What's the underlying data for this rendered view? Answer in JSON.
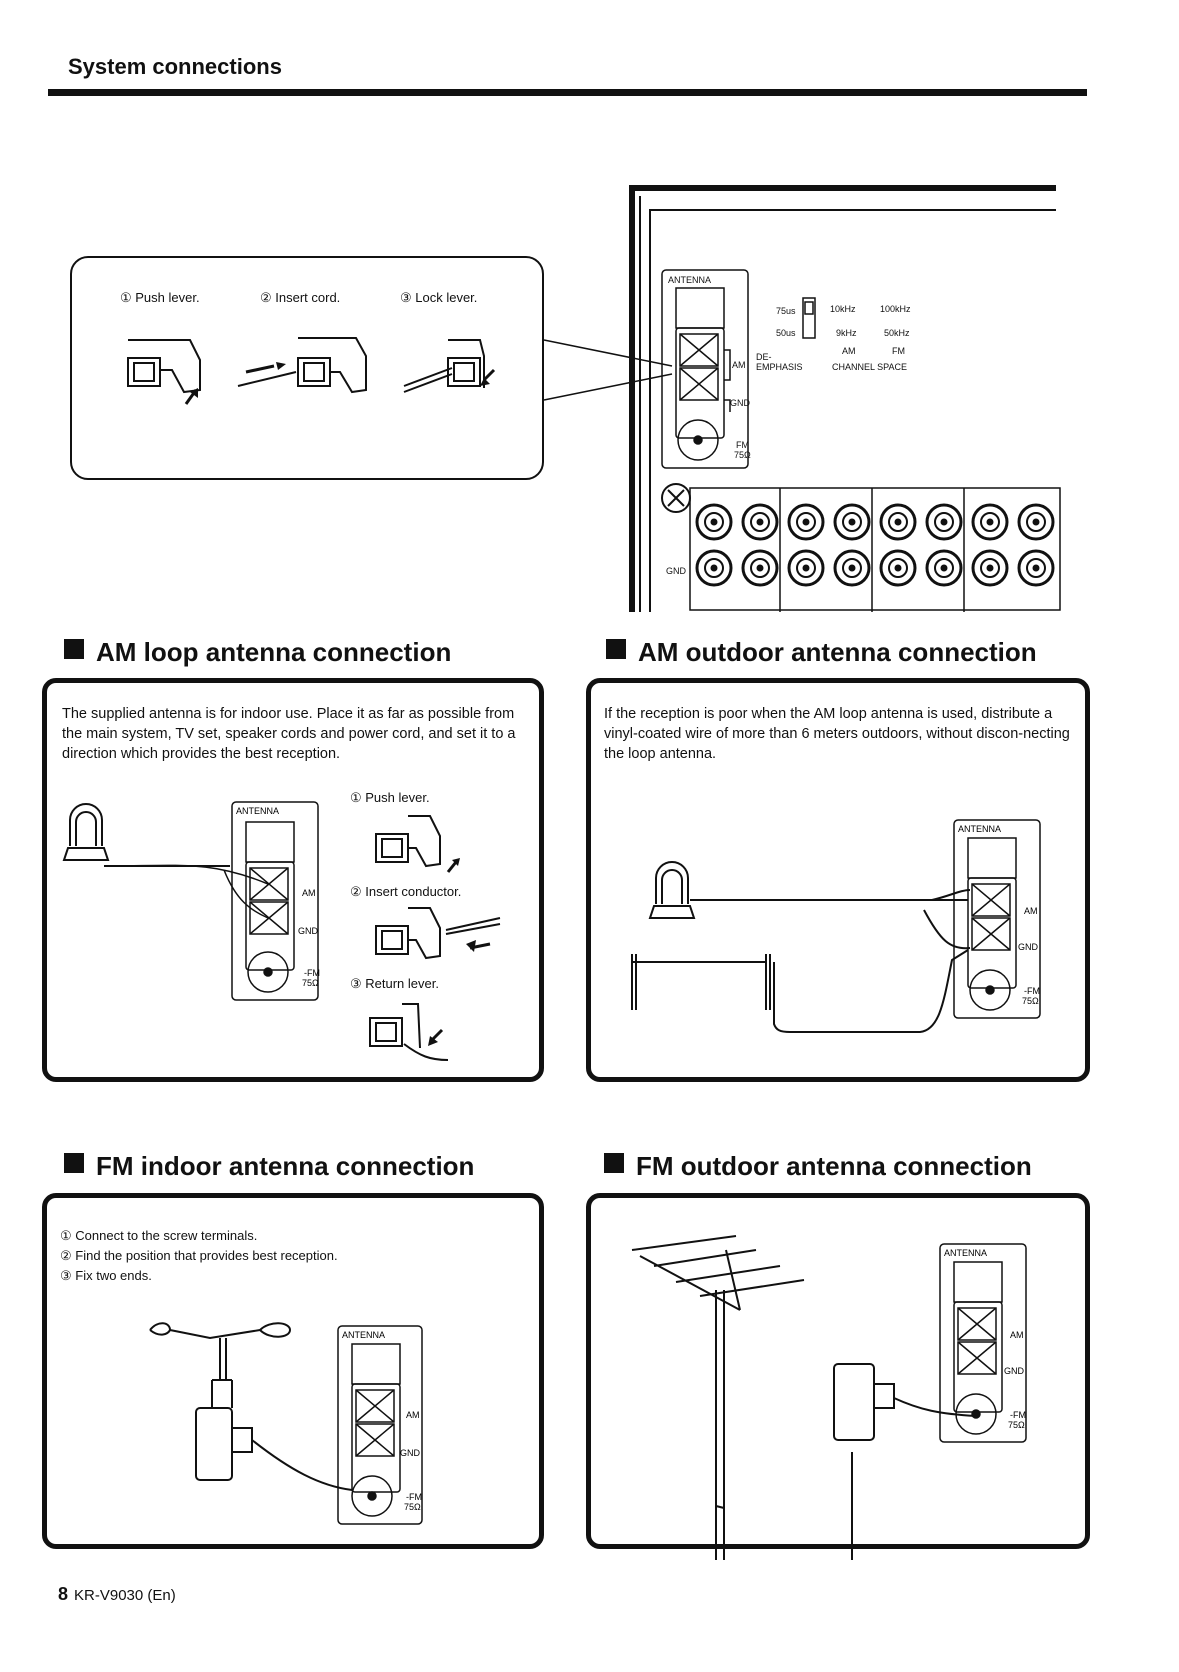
{
  "header": {
    "title": "System connections"
  },
  "top_diagram": {
    "steps": [
      "① Push lever.",
      "② Insert cord.",
      "③ Lock lever."
    ],
    "panel": {
      "antenna": "ANTENNA",
      "am": "AM",
      "gnd": "GND",
      "fm": "FM",
      "ohm": "75Ω",
      "deemph_75": "75us",
      "deemph_50": "50us",
      "deemph_label_1": "DE-",
      "deemph_label_2": "EMPHASIS",
      "khz10": "10kHz",
      "khz9": "9kHz",
      "khz100": "100kHz",
      "khz50": "50kHz",
      "cs_am": "AM",
      "cs_fm": "FM",
      "channel_space": "CHANNEL SPACE",
      "gnd_lower": "GND"
    }
  },
  "am_loop": {
    "title": "AM loop antenna connection",
    "text": "The supplied antenna is for indoor use. Place it as far as possible from the main system, TV set, speaker cords and power cord, and set it to a direction which provides the best reception.",
    "steps": [
      "① Push lever.",
      "② Insert conductor.",
      "③ Return lever."
    ]
  },
  "am_outdoor": {
    "title": "AM outdoor antenna connection",
    "text": "If the reception is poor when the AM loop antenna is used, distribute a vinyl-coated wire of more than 6 meters outdoors, without discon-necting the loop antenna."
  },
  "fm_indoor": {
    "title": "FM indoor antenna connection",
    "steps": [
      "① Connect to the screw terminals.",
      "② Find the position that provides best reception.",
      "③ Fix two ends."
    ]
  },
  "fm_outdoor": {
    "title": "FM outdoor antenna connection"
  },
  "footer": {
    "page": "8",
    "model": "KR-V9030 (En)"
  }
}
